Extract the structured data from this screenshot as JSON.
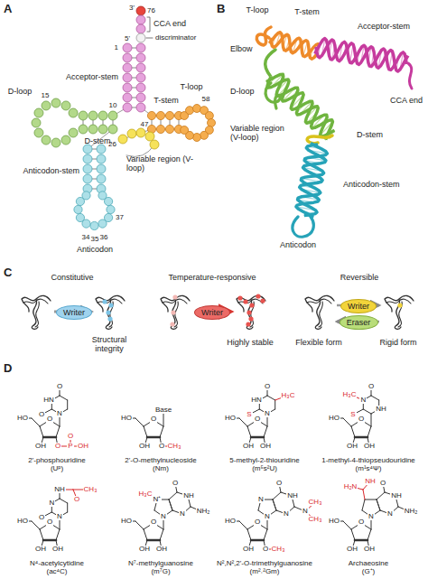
{
  "diagram": {
    "nodes": [
      {
        "text": [
          "Writer"
        ]
      },
      {
        "text": [
          "Writer"
        ]
      },
      {
        "text": [
          "Writer"
        ]
      },
      {
        "text": [
          "Eraser"
        ]
      }
    ],
    "labels": [
      "A",
      "3'",
      "76",
      "CCA end",
      "5'",
      "1",
      "discriminator",
      "Acceptor-stem",
      "D-loop",
      "15",
      "10",
      "D-stem",
      "T-stem",
      "T-loop",
      "58",
      "26",
      "47",
      "Anticodon-stem",
      "Variable region (V-loop)",
      "37",
      "34",
      "35",
      "36",
      "Anticodon",
      "B",
      "T-loop",
      "T-stem",
      "Acceptor-stem",
      "Elbow",
      "D-loop",
      "CCA end",
      "Variable region (V-loop)",
      "D-stem",
      "Anticodon-stem",
      "Anticodon",
      "C",
      "Constitutive",
      "Temperature-responsive",
      "Reversible",
      "Structural integrity",
      "Highly stable",
      "Flexible form",
      "Rigid form",
      "D",
      "O",
      "HN",
      "O",
      "N",
      "HO",
      "O",
      "OH",
      "O",
      "P",
      "O",
      "OH",
      "2'-phosphouridine",
      "(Uᵖ)",
      "Base",
      "HO",
      "O",
      "OH",
      "O",
      "CH₃",
      "2'-O-methylnucleoside",
      "(Nm)",
      "O",
      "HN",
      "S",
      "N",
      "H₃C",
      "HO",
      "O",
      "OH",
      "OH",
      "5-methyl-2-thiouridine",
      "(m⁵s²U)",
      "O",
      "N",
      "H₃C",
      "NH",
      "S",
      "HO",
      "O",
      "OH",
      "OH",
      "1-methyl-4-thiopseudouridine",
      "(m¹s⁴Ψ)",
      "NH",
      "O",
      "CH₃",
      "N",
      "O",
      "N",
      "HO",
      "O",
      "OH",
      "OH",
      "N⁴-acetylcytidine",
      "(ac⁴C)",
      "O",
      "NH",
      "NH₂",
      "N",
      "N⁺",
      "H₃C",
      "N",
      "HO",
      "O",
      "OH",
      "OH",
      "N⁷-methylguanosine",
      "(m⁷G)",
      "O",
      "NH",
      "N",
      "CH₃",
      "CH₃",
      "N",
      "N",
      "N",
      "HO",
      "O",
      "OH",
      "O",
      "CH₃",
      "N²,N²,2'-O-trimethylguanosine",
      "(m²˒²Gm)",
      "O",
      "NH",
      "NH₂",
      "N",
      "N",
      "H₂N",
      "NH",
      "HO",
      "O",
      "OH",
      "OH",
      "Archaeosine",
      "(G⁺)"
    ]
  }
}
